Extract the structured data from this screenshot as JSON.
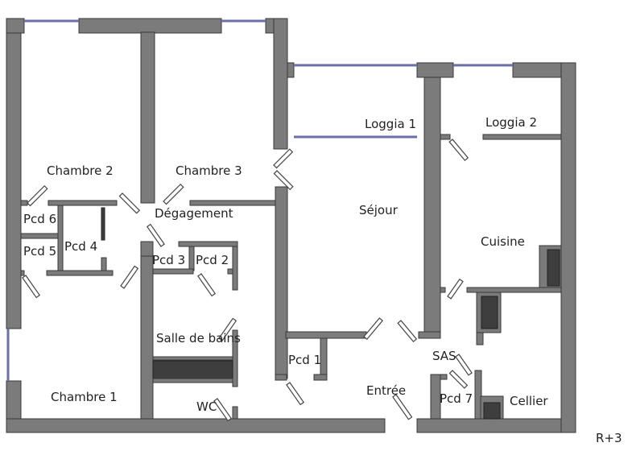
{
  "plan": {
    "level": "R+3",
    "rooms": {
      "chambre2": "Chambre 2",
      "chambre3": "Chambre 3",
      "chambre1": "Chambre 1",
      "loggia1": "Loggia 1",
      "loggia2": "Loggia 2",
      "sejour": "Séjour",
      "cuisine": "Cuisine",
      "degagement": "Dégagement",
      "pcd6": "Pcd 6",
      "pcd5": "Pcd 5",
      "pcd4": "Pcd 4",
      "pcd3": "Pcd 3",
      "pcd2": "Pcd 2",
      "pcd1": "Pcd 1",
      "pcd7": "Pcd 7",
      "salle_de_bains": "Salle de bains",
      "wc": "WC",
      "entree": "Entrée",
      "sas": "SAS",
      "cellier": "Cellier"
    },
    "colors": {
      "wall": "#7b7b7b",
      "window": "#6a6fa8",
      "fixture": "#3e3e3e"
    }
  }
}
